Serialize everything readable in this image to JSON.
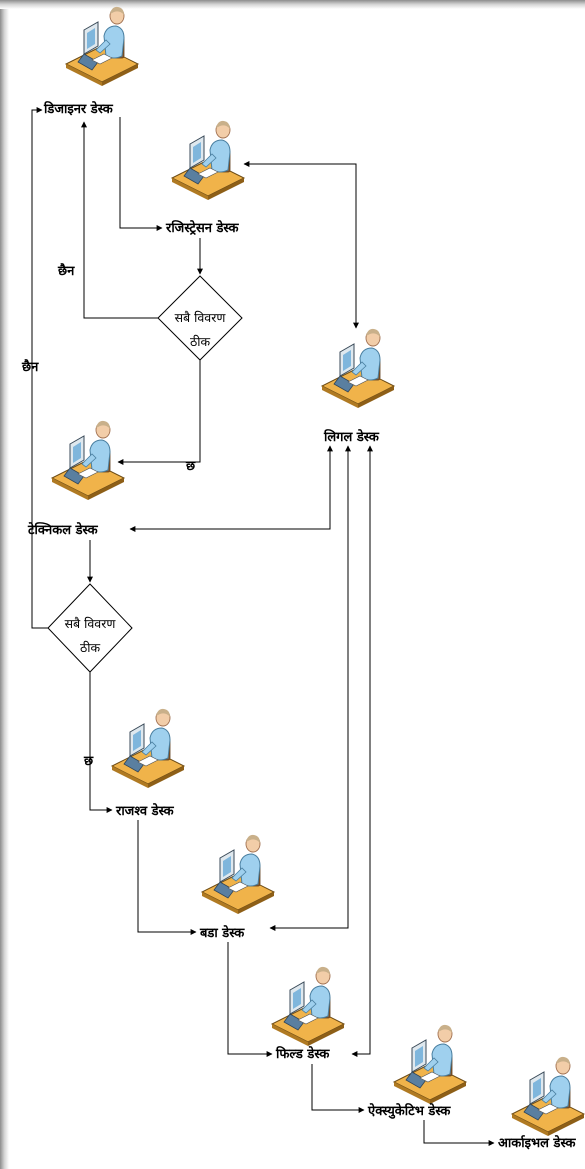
{
  "desks": {
    "designer": "डिजाइनर डेस्क",
    "registration": "रजिस्ट्रेसन डेस्क",
    "legal": "लिगल डेस्क",
    "technical": "टेक्निकल डेस्क",
    "revenue": "राजश्व डेस्क",
    "bada": "बडा डेस्क",
    "field": "फिल्ड डेस्क",
    "executive": "ऐक्स्युकेटिभ डेस्क",
    "archive": "आर्काइभल डेस्क"
  },
  "decisions": {
    "d1": {
      "line1": "सबै विवरण",
      "line2": "ठीक"
    },
    "d2": {
      "line1": "सबै विवरण",
      "line2": "ठीक"
    }
  },
  "edge_labels": {
    "no1": "छैन",
    "yes1": "छ",
    "no2": "छैन",
    "yes2": "छ"
  },
  "icon": "desk-worker-icon"
}
